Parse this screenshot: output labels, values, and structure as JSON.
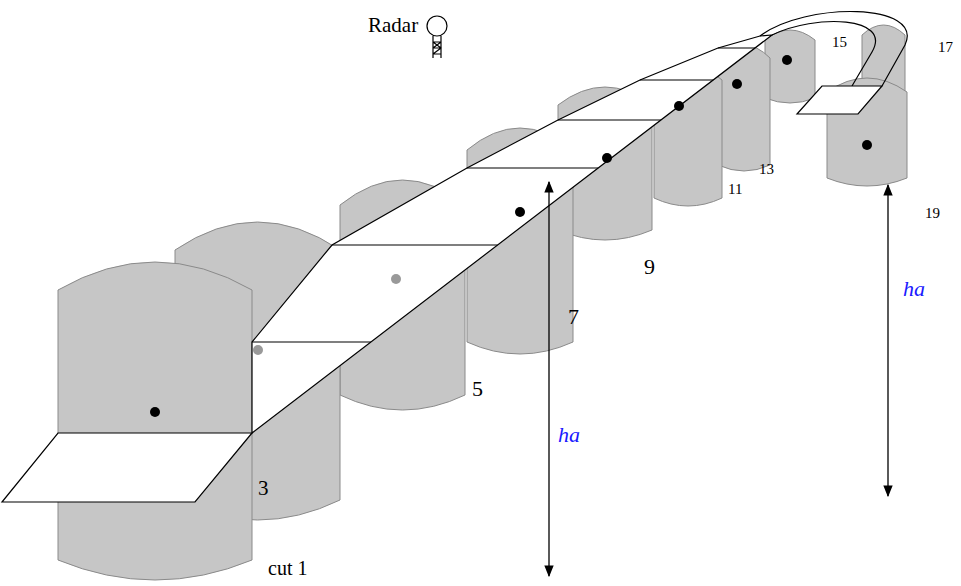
{
  "diagram": {
    "labels": [
      "Radar",
      "cut 1",
      "3",
      "5",
      "7",
      "9",
      "11",
      "13",
      "15",
      "17",
      "19",
      "ha",
      "ha"
    ]
  }
}
